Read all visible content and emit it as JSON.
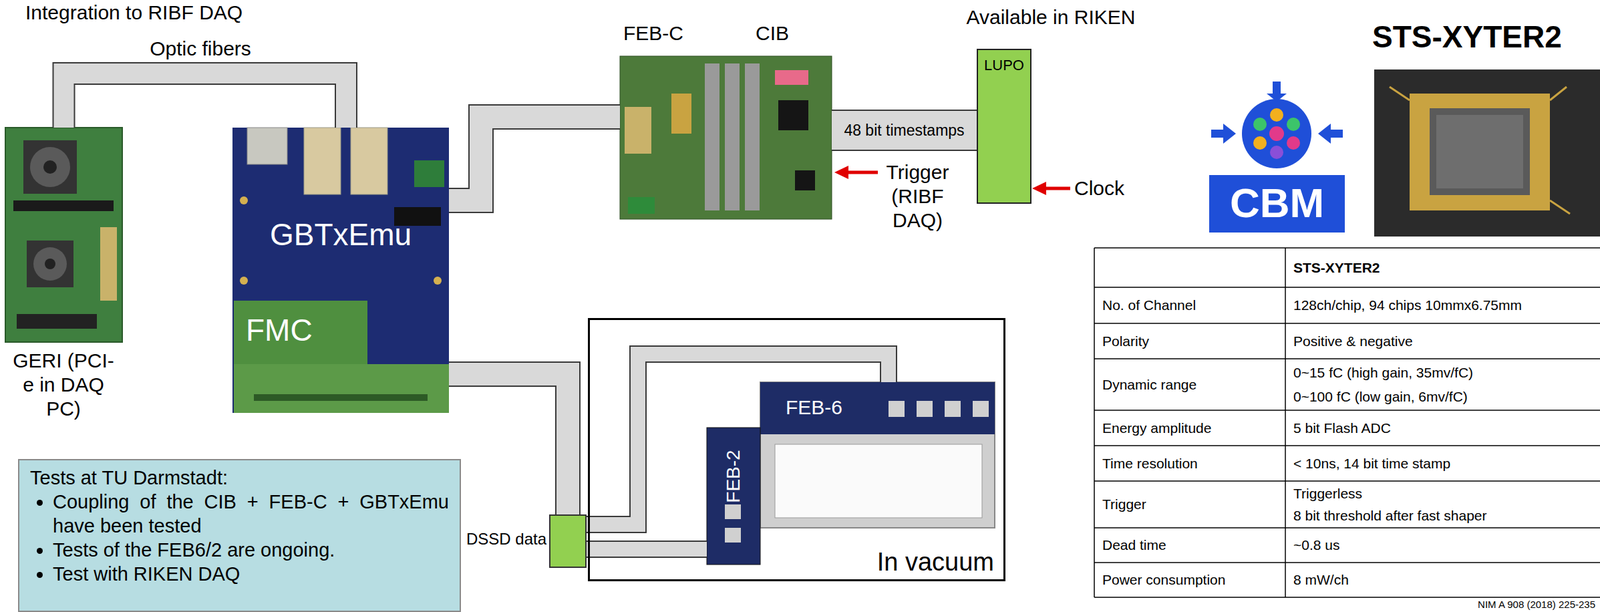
{
  "diagram": {
    "title": "Integration to RIBF DAQ",
    "nodes": [
      {
        "text": [
          "GERI (PCI-e in DAQ PC)"
        ]
      },
      {
        "text": [
          "GBTxEmu"
        ]
      },
      {
        "text": [
          "FMC"
        ],
        "in": 1
      },
      {
        "text": [
          "FEB-C",
          "CIB"
        ]
      },
      {
        "text": [
          "LUPO"
        ]
      },
      {
        "text": [
          "In vacuum"
        ]
      },
      {
        "text": [
          "FEB-6"
        ],
        "in": 5
      },
      {
        "text": [
          "FEB-2"
        ],
        "in": 5
      },
      {
        "text": [
          "DSSD data"
        ]
      },
      {
        "text": [
          "Tests at TU Darmstadt:",
          "Coupling of the CIB + FEB-C + GBTxEmu have been tested",
          "Tests of the FEB6/2 are ongoing.",
          "Test with RIKEN DAQ"
        ]
      }
    ],
    "edges": [
      {
        "from": 0,
        "to": 1,
        "arrow": "none"
      },
      {
        "from": 3,
        "to": 1,
        "arrow": "none"
      },
      {
        "from": 2,
        "to": 8,
        "arrow": "none"
      },
      {
        "from": 8,
        "to": 6,
        "arrow": "none"
      },
      {
        "from": 8,
        "to": 7,
        "arrow": "none"
      },
      {
        "from": 3,
        "to": 4,
        "label": "48 bit timestamps",
        "arrow": "none"
      }
    ],
    "labels": [
      "Optic fibers",
      "Available in RIKEN",
      "Trigger (RIBF DAQ)",
      "Clock",
      "CBM",
      "STS-XYTER2",
      "STS-XYTER2",
      "No. of Channel",
      "128ch/chip, 94 chips 10mmx6.75mm",
      "Polarity",
      "Positive & negative",
      "Dynamic range",
      "0~15 fC (high gain, 35mv/fC)",
      "0~100 fC (low gain, 6mv/fC)",
      "Energy amplitude",
      "5 bit Flash ADC",
      "Time resolution",
      "< 10ns, 14 bit time stamp",
      "Trigger",
      "Triggerless",
      "8 bit threshold after fast shaper",
      "Dead time",
      "~0.8 us",
      "Power consumption",
      "8 mW/ch",
      "NIM A 908 (2018) 225-235"
    ]
  }
}
